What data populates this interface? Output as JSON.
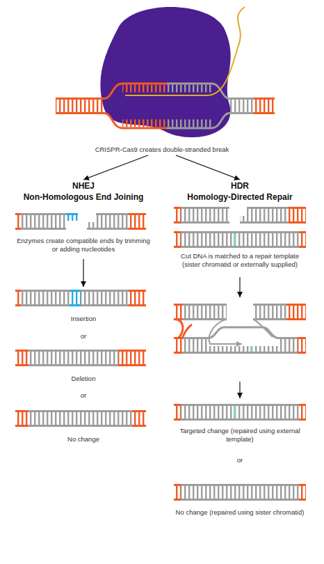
{
  "diagram": {
    "nodes": [
      {
        "text": [
          "CRISPR-Cas9 creates double-stranded break"
        ]
      },
      {
        "text": [
          "NHEJ",
          "Non-Homologous End Joining"
        ]
      },
      {
        "text": [
          "Enzymes create compatible ends by trimming or adding nucleotides"
        ]
      },
      {
        "text": [
          "Insertion"
        ]
      },
      {
        "text": [
          "Deletion"
        ]
      },
      {
        "text": [
          "No change"
        ]
      },
      {
        "text": [
          "HDR",
          "Homology-Directed Repair"
        ]
      },
      {
        "text": [
          "Cut DNA is matched to a repair template (sister chromatid or externally supplied)"
        ]
      },
      {
        "text": [
          "Targeted change (repaired using external template)"
        ]
      },
      {
        "text": [
          "No change (repaired using sister chromatid)"
        ]
      }
    ],
    "edges": [
      {
        "from": 0,
        "to": 1,
        "arrow": "to"
      },
      {
        "from": 0,
        "to": 6,
        "arrow": "to"
      },
      {
        "from": 2,
        "to": 3,
        "arrow": "to"
      }
    ],
    "labels": [
      "or",
      "or",
      "or"
    ]
  }
}
